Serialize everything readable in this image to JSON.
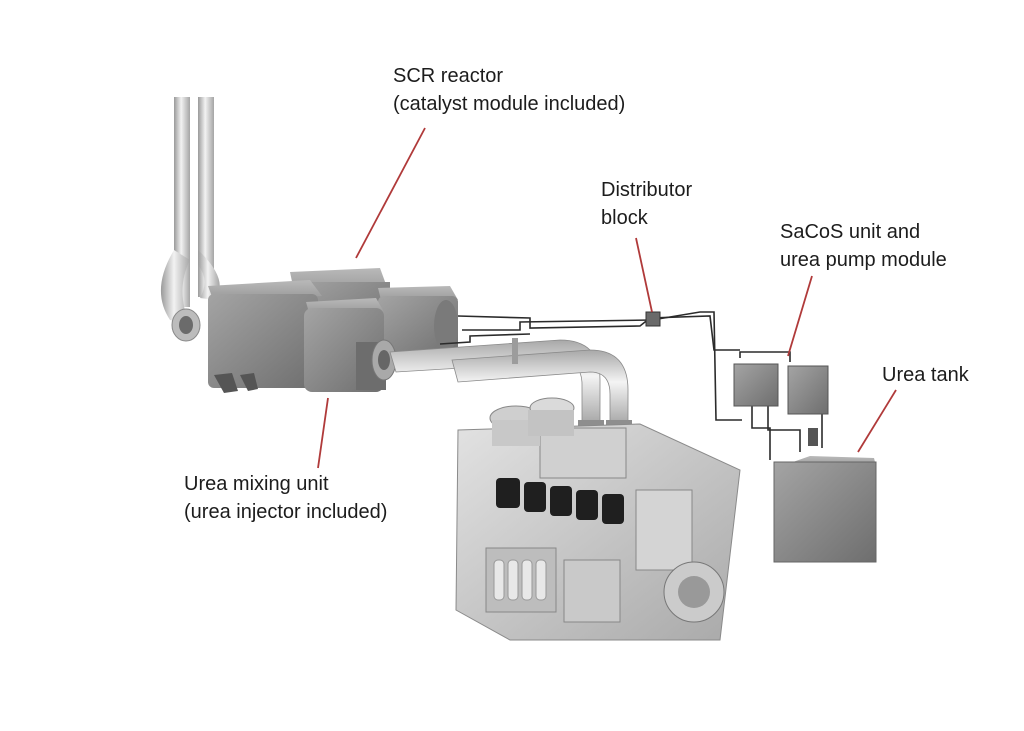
{
  "labels": {
    "scr_reactor": [
      "SCR reactor",
      "(catalyst module included)"
    ],
    "distributor_block": [
      "Distributor",
      "block"
    ],
    "sacos_unit": [
      "SaCoS unit and",
      "urea pump module"
    ],
    "urea_tank": [
      "Urea tank"
    ],
    "urea_mixing_unit": [
      "Urea mixing unit",
      "(urea injector included)"
    ]
  },
  "colors": {
    "leader_line": "#b03a3a",
    "pipe_dark": "#2b2b2b",
    "housing": "#8c8c8c"
  }
}
